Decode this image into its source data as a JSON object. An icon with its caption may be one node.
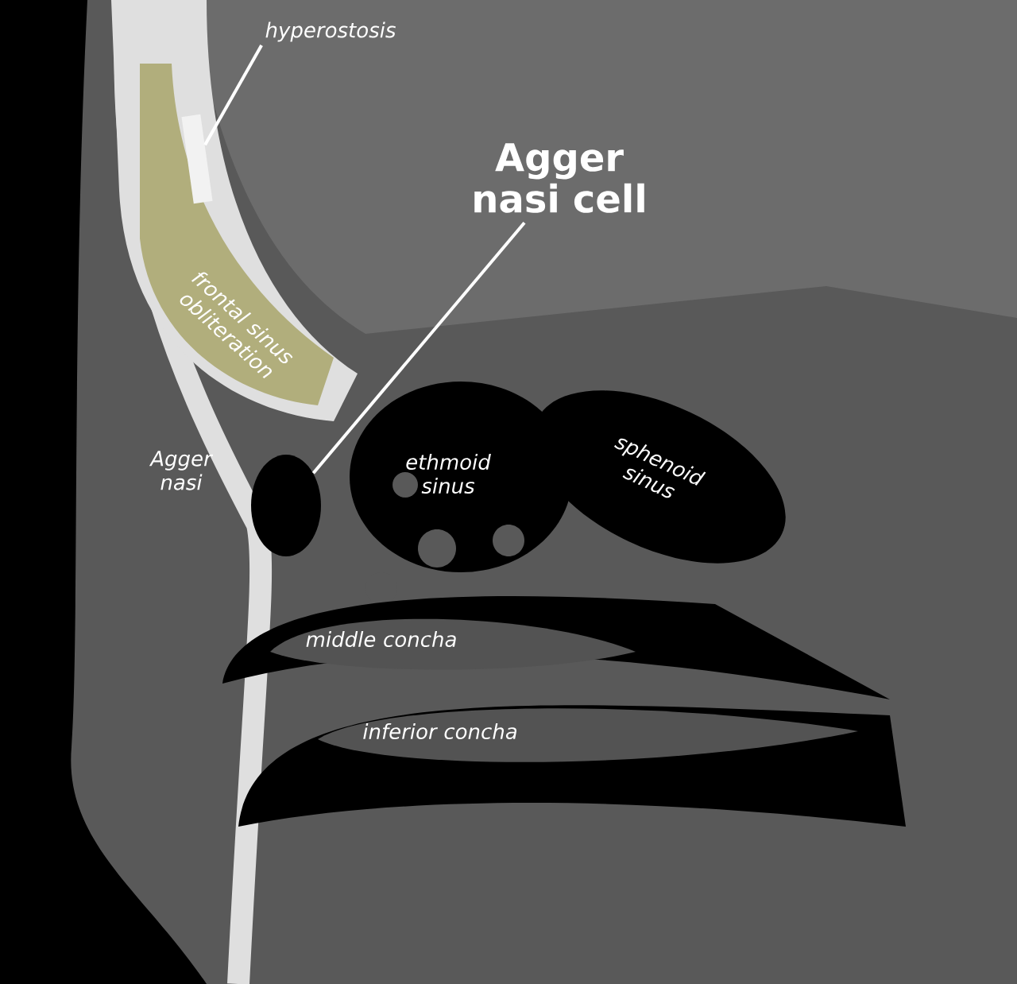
{
  "diagram": {
    "nodes": [
      {
        "text": [
          "hyperostosis"
        ]
      },
      {
        "text": [
          "Agger nasi cell"
        ]
      },
      {
        "text": [],
        "shape": "bar"
      },
      {
        "text": [],
        "shape": "circle"
      }
    ],
    "edges": [
      {
        "from": 0,
        "to": 2,
        "arrow": "none"
      },
      {
        "from": 1,
        "to": 3,
        "arrow": "none"
      }
    ],
    "labels": [
      "frontal sinus obliteration",
      "Agger nasi",
      "ethmoid sinus",
      "sphenoid sinus",
      "middle concha",
      "inferior concha"
    ]
  }
}
